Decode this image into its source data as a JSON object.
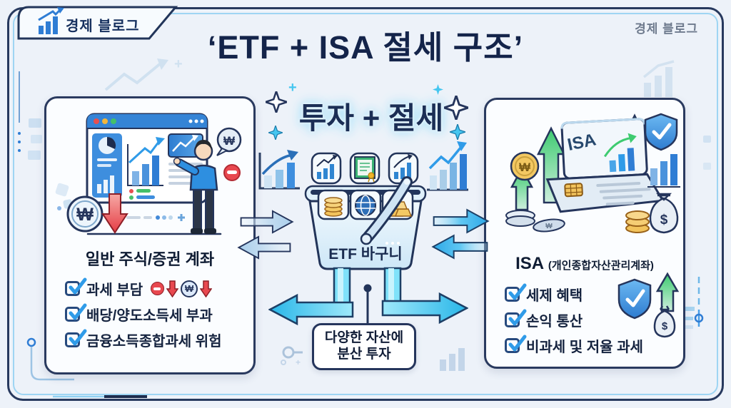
{
  "brand": {
    "logo_text": "경제 블로그",
    "watermark": "경제 블로그"
  },
  "title": "‘ETF + ISA 절세 구조’",
  "hero": {
    "headline": "투자 + 절세"
  },
  "left_panel": {
    "heading": "일반 주식/증권 계좌",
    "items": [
      "과세 부담",
      "배당/양도소득세 부과",
      "금융소득종합과세 위험"
    ]
  },
  "center": {
    "basket_label": "ETF 바구니",
    "callout_line1": "다양한 자산에",
    "callout_line2": "분산 투자"
  },
  "right_panel": {
    "heading": "ISA",
    "heading_note": "(개인종합자산관리계좌)",
    "laptop_label": "ISA",
    "items": [
      "세제 혜택",
      "손익 통산",
      "비과세 및 저율 과세"
    ]
  },
  "symbols": {
    "won": "₩",
    "dollar": "$",
    "plus": "+"
  },
  "colors": {
    "background": "#edf2f9",
    "navy": "#25355c",
    "accent_blue": "#2f7dd4",
    "cyan": "#38c5f2",
    "green": "#3ecb70",
    "red": "#e8484f",
    "gold": "#f2c35c"
  }
}
